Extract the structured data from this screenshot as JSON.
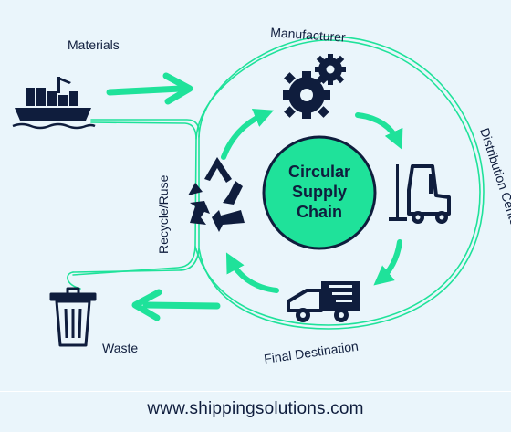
{
  "diagram": {
    "hub": {
      "line1": "Circular",
      "line2": "Supply",
      "line3": "Chain"
    },
    "labels": {
      "materials": "Materials",
      "manufacturer": "Manufacturer",
      "distribution": "Distribution Center",
      "final_destination": "Final Destination",
      "waste": "Waste",
      "recycle": "Recycle/Ruse"
    },
    "icons": [
      "cargo-ship-icon",
      "gears-icon",
      "forklift-icon",
      "delivery-truck-icon",
      "trash-can-icon",
      "recycle-icon"
    ],
    "colors": {
      "accent": "#1fe29a",
      "navy": "#0f1d3d",
      "background": "#eaf5fb"
    }
  },
  "footer": {
    "url": "www.shippingsolutions.com"
  }
}
